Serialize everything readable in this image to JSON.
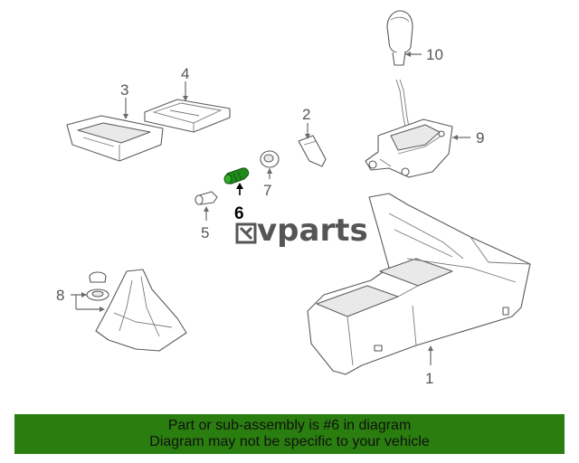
{
  "callouts": [
    {
      "id": "1",
      "label": "1"
    },
    {
      "id": "2",
      "label": "2"
    },
    {
      "id": "3",
      "label": "3"
    },
    {
      "id": "4",
      "label": "4"
    },
    {
      "id": "5",
      "label": "5"
    },
    {
      "id": "6",
      "label": "6",
      "highlighted": true
    },
    {
      "id": "7",
      "label": "7"
    },
    {
      "id": "8",
      "label": "8"
    },
    {
      "id": "9",
      "label": "9"
    },
    {
      "id": "10",
      "label": "10"
    }
  ],
  "watermark": {
    "text": "vparts"
  },
  "banner": {
    "line1": "Part or sub-assembly is #6 in diagram",
    "line2": "Diagram may not be specific to your vehicle"
  },
  "colors": {
    "banner_bg": "#2a7d0f",
    "highlight_part": "#1f8a1a",
    "line": "#6b6b6b"
  }
}
